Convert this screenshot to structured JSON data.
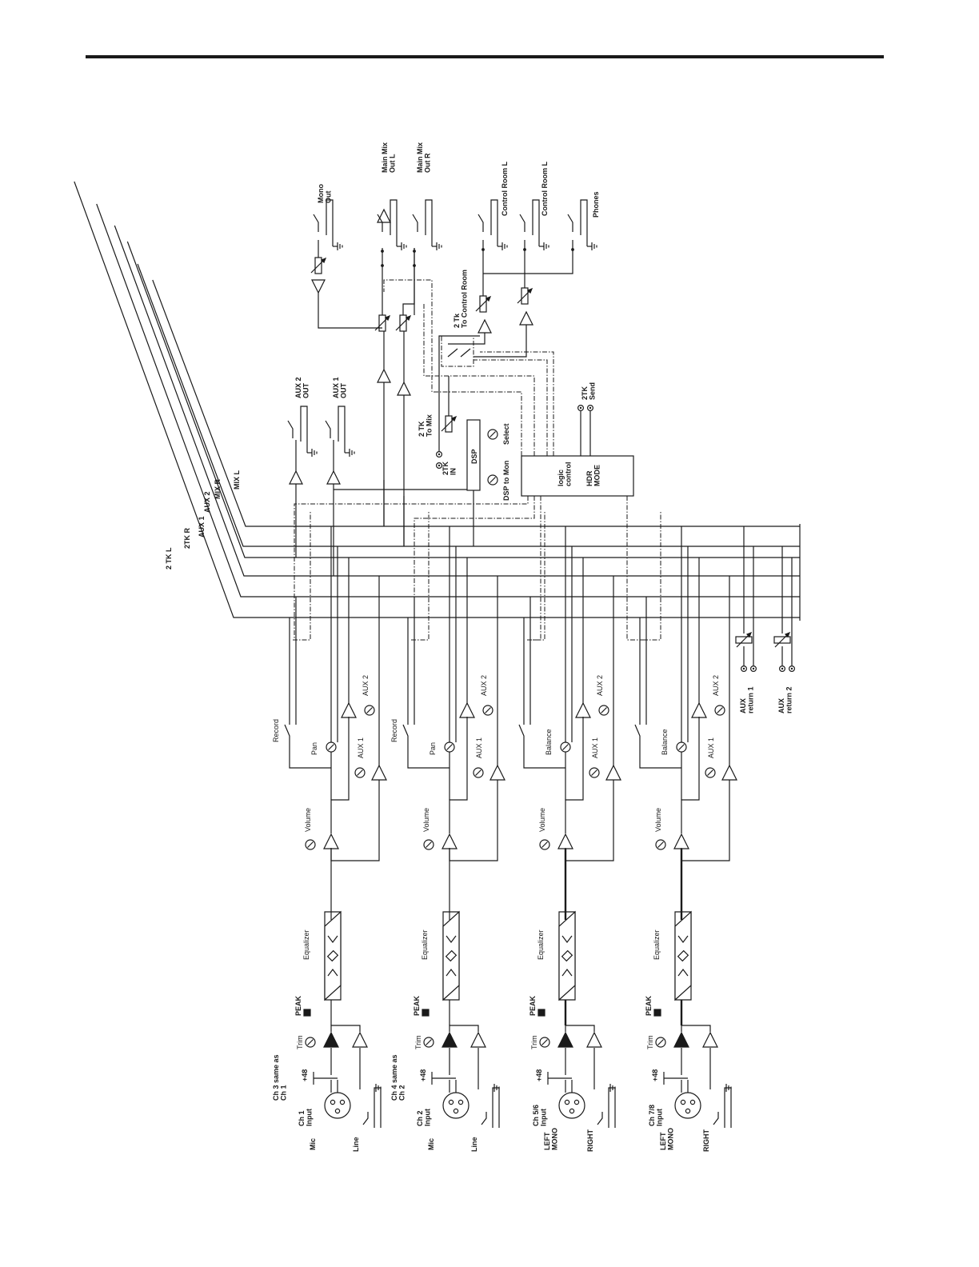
{
  "bus_labels": [
    "2 TK L",
    "2TK R",
    "AUX 1",
    "AUX 2",
    "MIX R",
    "MIX L"
  ],
  "outputs": {
    "aux2_out": "AUX 2\nOUT",
    "aux1_out": "AUX 1\nOUT",
    "mono_out": "Mono\nOut",
    "main_l": "Main Mix\nOut L",
    "main_r": "Main Mix\nOut R",
    "cr_l": "Control Room L",
    "cr_r": "Control Room L",
    "phones": "Phones"
  },
  "center": {
    "two_tk_cr": "2 Tk\nTo Control Room",
    "two_tk_mix": "2 TK\nTo Mix",
    "two_tk_in": "2TK\nIN",
    "dsp": "DSP",
    "dsp_mon": "DSP to Mon",
    "select": "Select",
    "logic": "logic\ncontrol",
    "hdr": "HDR\nMODE",
    "send": "2TK\nSend"
  },
  "aux_returns": [
    "AUX\nreturn 1",
    "AUX\nreturn 2"
  ],
  "channels": [
    {
      "in": "Ch 1\nInput",
      "a": "Mic",
      "b": "Line",
      "note": "Ch 3 same as\nCh 1",
      "pan": "Pan",
      "rec": "Record"
    },
    {
      "in": "Ch 2\nInput",
      "a": "Mic",
      "b": "Line",
      "note": "Ch 4 same as\nCh 2",
      "pan": "Pan",
      "rec": "Record"
    },
    {
      "in": "Ch 5/6\nInput",
      "a": "LEFT\nMONO",
      "b": "RIGHT",
      "note": "",
      "pan": "Balance",
      "rec": ""
    },
    {
      "in": "Ch 7/8\nInput",
      "a": "LEFT\nMONO",
      "b": "RIGHT",
      "note": "",
      "pan": "Balance",
      "rec": ""
    }
  ],
  "strip": {
    "phantom": "+48",
    "trim": "Trim",
    "peak": "PEAK",
    "eq": "Equalizer",
    "volume": "Volume",
    "aux1": "AUX 1",
    "aux2": "AUX 2"
  }
}
